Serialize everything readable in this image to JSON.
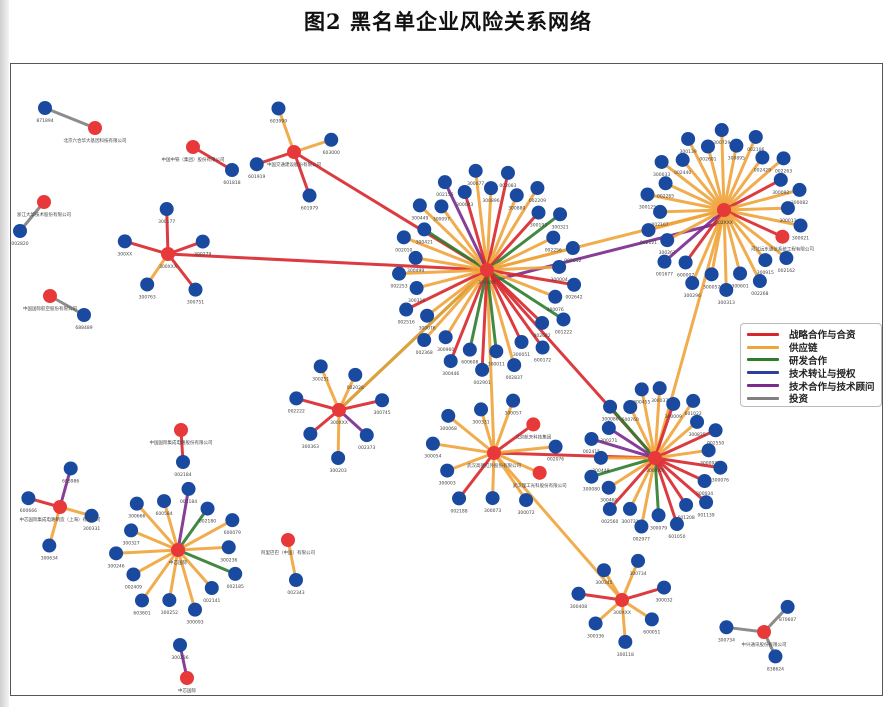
{
  "title": "图2  黑名单企业风险关系网络",
  "colors": {
    "risk_node": "#e8393a",
    "normal_node": "#1a4aa0",
    "strategic": "#d9262c",
    "supply": "#f0a43a",
    "rd": "#2e7d2e",
    "transfer": "#2c3f9a",
    "consult": "#7b2a8e",
    "invest": "#808080"
  },
  "legend": [
    {
      "type": "strategic",
      "label": "战略合作与合资"
    },
    {
      "type": "supply",
      "label": "供应链"
    },
    {
      "type": "rd",
      "label": "研发合作"
    },
    {
      "type": "transfer",
      "label": "技术转让与授权"
    },
    {
      "type": "consult",
      "label": "技术合作与技术顾问"
    },
    {
      "type": "invest",
      "label": "投资"
    }
  ],
  "hubs": [
    {
      "id": "h1",
      "label": "300XXX",
      "spokes": [
        {
          "label": "300077",
          "type": "supply"
        },
        {
          "label": "300896",
          "type": "supply"
        },
        {
          "label": "002083",
          "type": "strategic"
        },
        {
          "label": "300880",
          "type": "supply"
        },
        {
          "label": "002209",
          "type": "supply"
        },
        {
          "label": "300193",
          "type": "strategic"
        },
        {
          "label": "300321",
          "type": "rd"
        },
        {
          "label": "002256",
          "type": "supply"
        },
        {
          "label": "002612",
          "type": "supply"
        },
        {
          "label": "300004",
          "type": "supply"
        },
        {
          "label": "002642",
          "type": "strategic"
        },
        {
          "label": "300076",
          "type": "supply"
        },
        {
          "label": "001222",
          "type": "rd"
        },
        {
          "label": "002682",
          "type": "strategic"
        },
        {
          "label": "600172",
          "type": "strategic"
        },
        {
          "label": "300051",
          "type": "strategic"
        },
        {
          "label": "002837",
          "type": "supply"
        },
        {
          "label": "300011",
          "type": "rd"
        },
        {
          "label": "002901",
          "type": "strategic"
        },
        {
          "label": "600608",
          "type": "rd"
        },
        {
          "label": "300446",
          "type": "strategic"
        },
        {
          "label": "300960",
          "type": "supply"
        },
        {
          "label": "002368",
          "type": "supply"
        },
        {
          "label": "300076",
          "type": "supply"
        },
        {
          "label": "002516",
          "type": "strategic"
        },
        {
          "label": "300316",
          "type": "supply"
        },
        {
          "label": "002253",
          "type": "supply"
        },
        {
          "label": "300499",
          "type": "supply"
        },
        {
          "label": "002010",
          "type": "supply"
        },
        {
          "label": "300421",
          "type": "rd"
        },
        {
          "label": "300449",
          "type": "supply"
        },
        {
          "label": "300097",
          "type": "supply"
        },
        {
          "label": "002156",
          "type": "consult"
        },
        {
          "label": "300083",
          "type": "strategic"
        }
      ]
    },
    {
      "id": "h2",
      "label": "002XXX",
      "spokes": [
        {
          "label": "300729",
          "type": "supply"
        },
        {
          "label": "300895",
          "type": "supply"
        },
        {
          "label": "002106",
          "type": "supply"
        },
        {
          "label": "002429",
          "type": "supply"
        },
        {
          "label": "002263",
          "type": "supply"
        },
        {
          "label": "300092",
          "type": "strategic"
        },
        {
          "label": "300082",
          "type": "supply"
        },
        {
          "label": "300011",
          "type": "supply"
        },
        {
          "label": "300021",
          "type": "supply"
        },
        {
          "label": "河北远东通信系统工程有限公司",
          "type": "strategic",
          "risk": true
        },
        {
          "label": "002162",
          "type": "supply"
        },
        {
          "label": "300915",
          "type": "supply"
        },
        {
          "label": "002268",
          "type": "supply"
        },
        {
          "label": "300601",
          "type": "supply"
        },
        {
          "label": "300313",
          "type": "supply"
        },
        {
          "label": "300057",
          "type": "supply"
        },
        {
          "label": "300296",
          "type": "supply"
        },
        {
          "label": "600007",
          "type": "strategic"
        },
        {
          "label": "001677",
          "type": "consult"
        },
        {
          "label": "300261",
          "type": "supply"
        },
        {
          "label": "002121",
          "type": "supply"
        },
        {
          "label": "002107",
          "type": "supply"
        },
        {
          "label": "300125",
          "type": "supply"
        },
        {
          "label": "002265",
          "type": "supply"
        },
        {
          "label": "300033",
          "type": "supply"
        },
        {
          "label": "002440",
          "type": "supply"
        },
        {
          "label": "300139",
          "type": "supply"
        },
        {
          "label": "002601",
          "type": "supply"
        }
      ]
    },
    {
      "id": "h3",
      "label": "300XXX",
      "spokes": [
        {
          "label": "300037",
          "type": "supply"
        },
        {
          "label": "300009",
          "type": "strategic"
        },
        {
          "label": "601022",
          "type": "supply"
        },
        {
          "label": "300825",
          "type": "supply"
        },
        {
          "label": "002550",
          "type": "strategic"
        },
        {
          "label": "300093",
          "type": "supply"
        },
        {
          "label": "300076",
          "type": "strategic"
        },
        {
          "label": "300034",
          "type": "strategic"
        },
        {
          "label": "001139",
          "type": "strategic"
        },
        {
          "label": "601208",
          "type": "strategic"
        },
        {
          "label": "601050",
          "type": "strategic"
        },
        {
          "label": "300079",
          "type": "rd"
        },
        {
          "label": "002977",
          "type": "supply"
        },
        {
          "label": "300731",
          "type": "supply"
        },
        {
          "label": "002560",
          "type": "strategic"
        },
        {
          "label": "300460",
          "type": "supply"
        },
        {
          "label": "300080",
          "type": "rd"
        },
        {
          "label": "300448",
          "type": "supply"
        },
        {
          "label": "002415",
          "type": "consult"
        },
        {
          "label": "300271",
          "type": "consult"
        },
        {
          "label": "300086",
          "type": "rd"
        },
        {
          "label": "600760",
          "type": "supply"
        },
        {
          "label": "300455",
          "type": "supply"
        }
      ]
    },
    {
      "id": "h4",
      "label": "武汉高德红外股份有限公司",
      "spokes": [
        {
          "label": "300068",
          "type": "supply"
        },
        {
          "label": "300331",
          "type": "supply"
        },
        {
          "label": "300057",
          "type": "supply"
        },
        {
          "label": "北京航天科技集团",
          "type": "strategic",
          "risk": true
        },
        {
          "label": "002076",
          "type": "supply"
        },
        {
          "label": "武汉理工光科股份有限公司",
          "type": "supply",
          "risk": true
        },
        {
          "label": "300072",
          "type": "supply"
        },
        {
          "label": "300073",
          "type": "supply"
        },
        {
          "label": "002188",
          "type": "strategic"
        },
        {
          "label": "300003",
          "type": "supply"
        },
        {
          "label": "300054",
          "type": "supply"
        }
      ]
    },
    {
      "id": "h5",
      "label": "中芯国际",
      "spokes": [
        {
          "label": "002184",
          "type": "consult"
        },
        {
          "label": "002180",
          "type": "rd"
        },
        {
          "label": "600079",
          "type": "supply"
        },
        {
          "label": "300236",
          "type": "supply"
        },
        {
          "label": "002185",
          "type": "rd"
        },
        {
          "label": "002141",
          "type": "supply"
        },
        {
          "label": "300093",
          "type": "supply"
        },
        {
          "label": "300252",
          "type": "supply"
        },
        {
          "label": "603601",
          "type": "supply"
        },
        {
          "label": "002409",
          "type": "supply"
        },
        {
          "label": "300246",
          "type": "supply"
        },
        {
          "label": "300327",
          "type": "supply"
        },
        {
          "label": "300666",
          "type": "supply"
        },
        {
          "label": "600584",
          "type": "supply"
        }
      ]
    },
    {
      "id": "h6",
      "label": "300XXX",
      "spokes": [
        {
          "label": "300251",
          "type": "supply"
        },
        {
          "label": "002028",
          "type": "supply"
        },
        {
          "label": "300745",
          "type": "strategic"
        },
        {
          "label": "002373",
          "type": "consult"
        },
        {
          "label": "300203",
          "type": "supply"
        },
        {
          "label": "300363",
          "type": "strategic"
        },
        {
          "label": "002222",
          "type": "strategic"
        }
      ]
    },
    {
      "id": "h7",
      "label": "中国交通建设股份有限公司",
      "spokes": [
        {
          "label": "603999",
          "type": "supply"
        },
        {
          "label": "603000",
          "type": "supply"
        },
        {
          "label": "601979",
          "type": "strategic"
        },
        {
          "label": "601919",
          "type": "strategic"
        }
      ]
    },
    {
      "id": "h8",
      "label": "300XXX",
      "spokes": [
        {
          "label": "300177",
          "type": "strategic"
        },
        {
          "label": "300279",
          "type": "strategic"
        },
        {
          "label": "300751",
          "type": "strategic"
        },
        {
          "label": "300763",
          "type": "supply"
        },
        {
          "label": "300XX",
          "type": "strategic"
        }
      ]
    },
    {
      "id": "h9",
      "label": "300XXX",
      "spokes": [
        {
          "label": "300032",
          "type": "strategic"
        },
        {
          "label": "600051",
          "type": "supply"
        },
        {
          "label": "300118",
          "type": "supply"
        },
        {
          "label": "300336",
          "type": "supply"
        },
        {
          "label": "300408",
          "type": "strategic"
        },
        {
          "label": "300345",
          "type": "supply"
        },
        {
          "label": "300734",
          "type": "supply"
        }
      ]
    },
    {
      "id": "h10",
      "label": "中芯国际集成电路制造（上海）有限公司",
      "spokes": [
        {
          "label": "603986",
          "type": "consult"
        },
        {
          "label": "300331",
          "type": "supply"
        },
        {
          "label": "300634",
          "type": "supply"
        },
        {
          "label": "600666",
          "type": "strategic"
        }
      ]
    },
    {
      "id": "h11",
      "label": "中兴通讯股份有限公司",
      "spokes": [
        {
          "label": "870607",
          "type": "invest"
        },
        {
          "label": "838624",
          "type": "invest"
        },
        {
          "label": "300734",
          "type": "invest"
        }
      ]
    }
  ],
  "pairs": [
    {
      "risk": "北京六合华大基因科技有限公司",
      "normal": "871894",
      "type": "invest"
    },
    {
      "risk": "浙江大华技术股份有限公司",
      "normal": "002820",
      "type": "invest"
    },
    {
      "risk": "中国国际航空股份有限公司",
      "normal": "688489",
      "type": "invest"
    },
    {
      "risk": "阿里巴巴（中国）有限公司",
      "normal": "002343",
      "type": "supply"
    },
    {
      "risk": "中国中铁（集团）股份有限公司",
      "normal": "601818",
      "type": "strategic"
    },
    {
      "risk": "中国国际集成电路股份有限公司",
      "normal": "002184",
      "type": "strategic"
    },
    {
      "risk": "中芯国际",
      "normal": "300236",
      "type": "consult"
    }
  ],
  "links": [
    {
      "from": "h1",
      "to": "h2",
      "type": "supply"
    },
    {
      "from": "h1",
      "to": "h2",
      "type": "consult"
    },
    {
      "from": "h1",
      "to": "h3",
      "type": "strategic"
    },
    {
      "from": "h6",
      "to": "h1",
      "type": "rd"
    },
    {
      "from": "h4",
      "to": "h3",
      "type": "strategic"
    },
    {
      "from": "h7",
      "to": "h1",
      "type": "strategic"
    },
    {
      "from": "h2",
      "to": "h3",
      "type": "supply"
    },
    {
      "from": "h4",
      "to": "h9",
      "type": "supply"
    },
    {
      "from": "h8",
      "to": "h1",
      "type": "strategic"
    },
    {
      "from": "h6",
      "to": "h1",
      "type": "supply"
    },
    {
      "from": "h4",
      "to": "h1",
      "type": "supply"
    }
  ]
}
